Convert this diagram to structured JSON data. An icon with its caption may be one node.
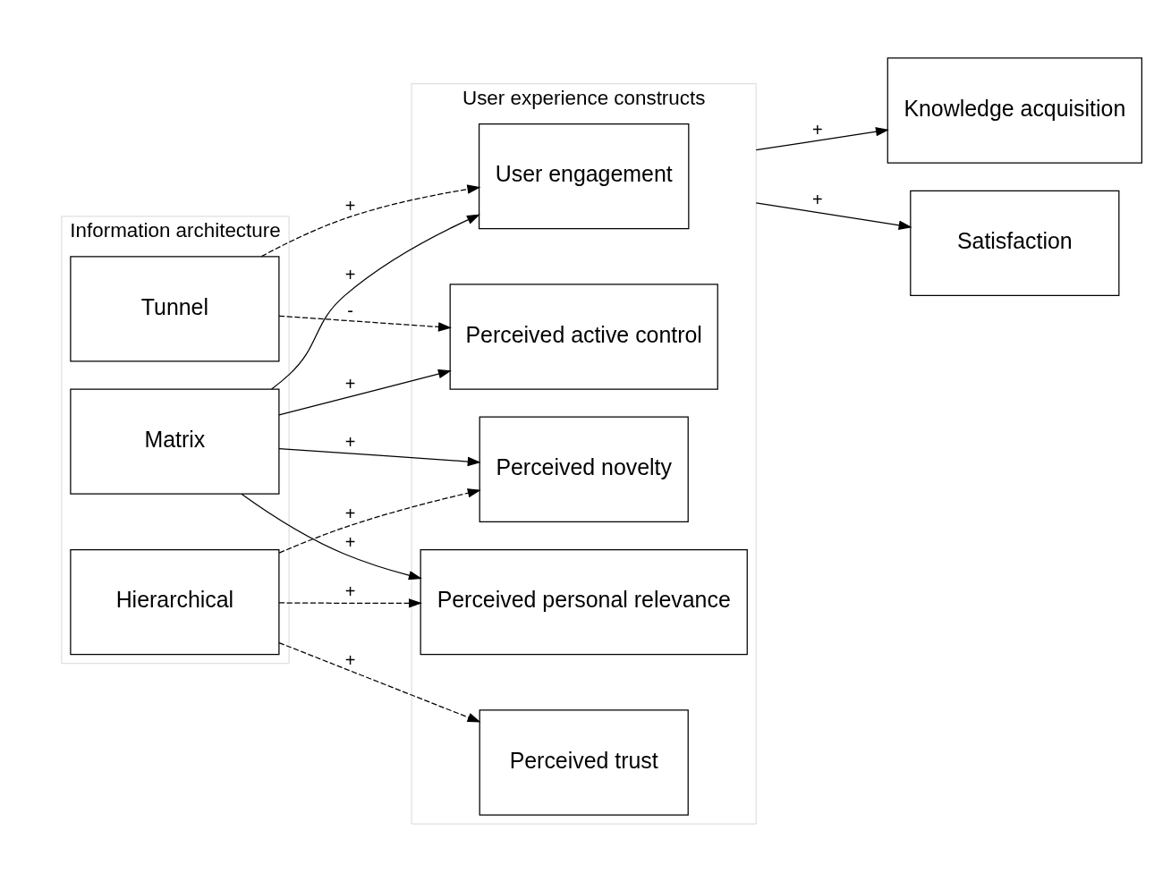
{
  "diagram": {
    "nodes": [
      {
        "text": [
          "Information architecture"
        ]
      },
      {
        "text": [
          "Matrix"
        ],
        "in": 0
      },
      {
        "text": [
          "Hierarchical"
        ],
        "in": 0
      },
      {
        "text": [
          "Tunnel"
        ],
        "in": 0
      },
      {
        "text": [
          "User experience constructs"
        ]
      },
      {
        "text": [
          "User engagement"
        ],
        "in": 4
      },
      {
        "text": [
          "Perceived active control"
        ],
        "in": 4
      },
      {
        "text": [
          "Perceived personal relevance"
        ],
        "in": 4
      },
      {
        "text": [
          "Perceived trust"
        ],
        "in": 4
      },
      {
        "text": [
          "Perceived novelty"
        ],
        "in": 4
      },
      {
        "text": [
          "Knowledge acquisition"
        ]
      },
      {
        "text": [
          "Satisfaction"
        ]
      }
    ],
    "edges": [
      {
        "from": 1,
        "to": 5,
        "arrow": "to",
        "label": "+"
      },
      {
        "from": 1,
        "to": 6,
        "arrow": "to",
        "label": "+"
      },
      {
        "from": 1,
        "to": 7,
        "arrow": "to",
        "label": "+"
      },
      {
        "from": 1,
        "to": 9,
        "arrow": "to",
        "label": "+"
      },
      {
        "from": 2,
        "to": 7,
        "arrow": "to",
        "label": "+",
        "style": "dashed"
      },
      {
        "from": 2,
        "to": 8,
        "arrow": "to",
        "label": "+",
        "style": "dashed"
      },
      {
        "from": 2,
        "to": 9,
        "arrow": "to",
        "label": "+",
        "style": "dashed"
      },
      {
        "from": 3,
        "to": 5,
        "arrow": "to",
        "label": "+",
        "style": "dashed"
      },
      {
        "from": 3,
        "to": 6,
        "arrow": "to",
        "label": "-",
        "style": "dashed"
      },
      {
        "from": 4,
        "to": 10,
        "arrow": "to",
        "label": "+"
      },
      {
        "from": 4,
        "to": 11,
        "arrow": "to",
        "label": "+"
      }
    ]
  }
}
